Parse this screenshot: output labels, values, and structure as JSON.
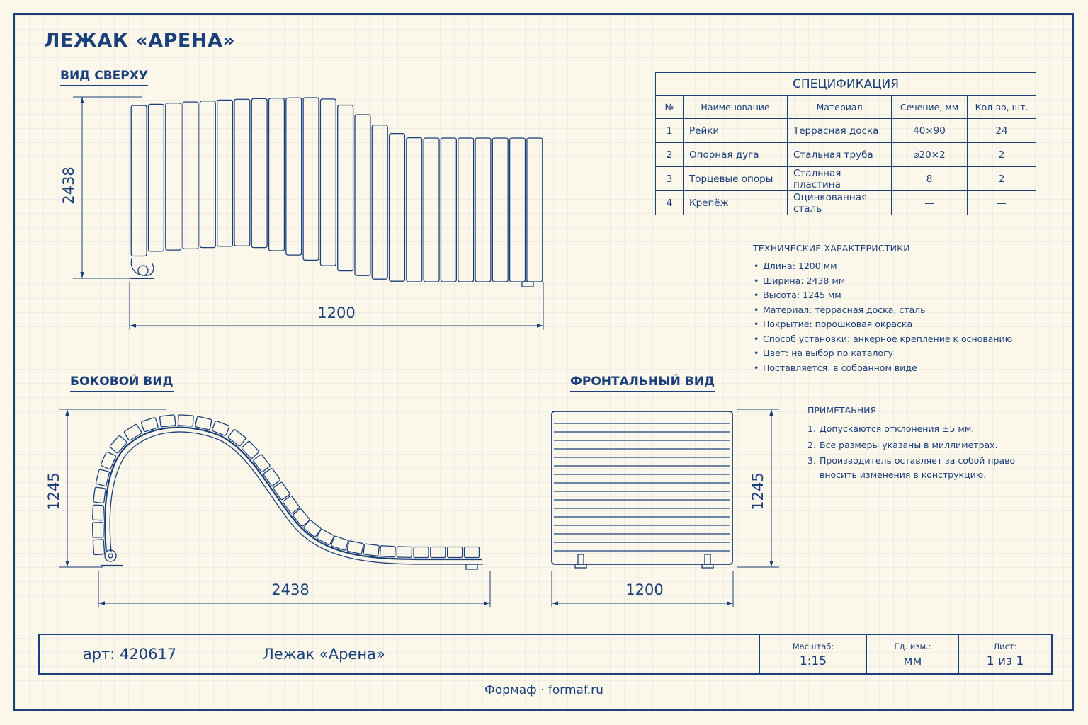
{
  "title": "ЛЕЖАК «АРЕНА»",
  "views": {
    "top": {
      "label": "ВИД СВЕРХУ",
      "dim_height": "2438",
      "dim_width": "1200",
      "slat_count": 24
    },
    "side": {
      "label": "БОКОВОЙ ВИД",
      "dim_height": "1245",
      "dim_width": "2438"
    },
    "front": {
      "label": "ФРОНТАЛЬНЫЙ ВИД",
      "dim_height": "1245",
      "dim_width": "1200"
    }
  },
  "spec": {
    "title": "СПЕЦИФИКАЦИЯ",
    "columns": [
      "№",
      "Наименование",
      "Материал",
      "Сечение, мм",
      "Кол-во, шт."
    ],
    "rows": [
      [
        "1",
        "Рейки",
        "Террасная доска",
        "40×90",
        "24"
      ],
      [
        "2",
        "Опорная дуга",
        "Стальная труба",
        "⌀20×2",
        "2"
      ],
      [
        "3",
        "Торцевые опоры",
        "Стальная пластина",
        "8",
        "2"
      ],
      [
        "4",
        "Крепёж",
        "Оцинкованная сталь",
        "—",
        "—"
      ]
    ]
  },
  "tech": {
    "title": "ТЕХНИЧЕСКИЕ ХАРАКТЕРИСТИКИ",
    "items": [
      "Длина: 1200 мм",
      "Ширина: 2438 мм",
      "Высота: 1245 мм",
      "Материал: террасная доска, сталь",
      "Покрытие: порошковая окраска",
      "Способ установки: анкерное крепление к основанию",
      "Цвет: на выбор по каталогу",
      "Поставляется: в собранном виде"
    ]
  },
  "notes": {
    "title": "ПРИМЕТАЬНИЯ",
    "items": [
      {
        "n": "1.",
        "text": "Допускаются отклонения ±5 мм."
      },
      {
        "n": "2.",
        "text": "Все размеры указаны в миллиметрах."
      },
      {
        "n": "3.",
        "text": "Производитель оставляет за собой право вносить изменения в конструкцию."
      }
    ]
  },
  "stamp": {
    "article": "арт: 420617",
    "name": "Лежак «Арена»",
    "scale_label": "Масштаб:",
    "scale_value": "1:15",
    "unit_label": "Ед. изм.:",
    "unit_value": "мм",
    "sheet_label": "Лист:",
    "sheet_value": "1 из 1"
  },
  "footer": "Формаф · formaf.ru",
  "colors": {
    "ink": "#1b3f7a",
    "paper": "#fbf7ea"
  }
}
